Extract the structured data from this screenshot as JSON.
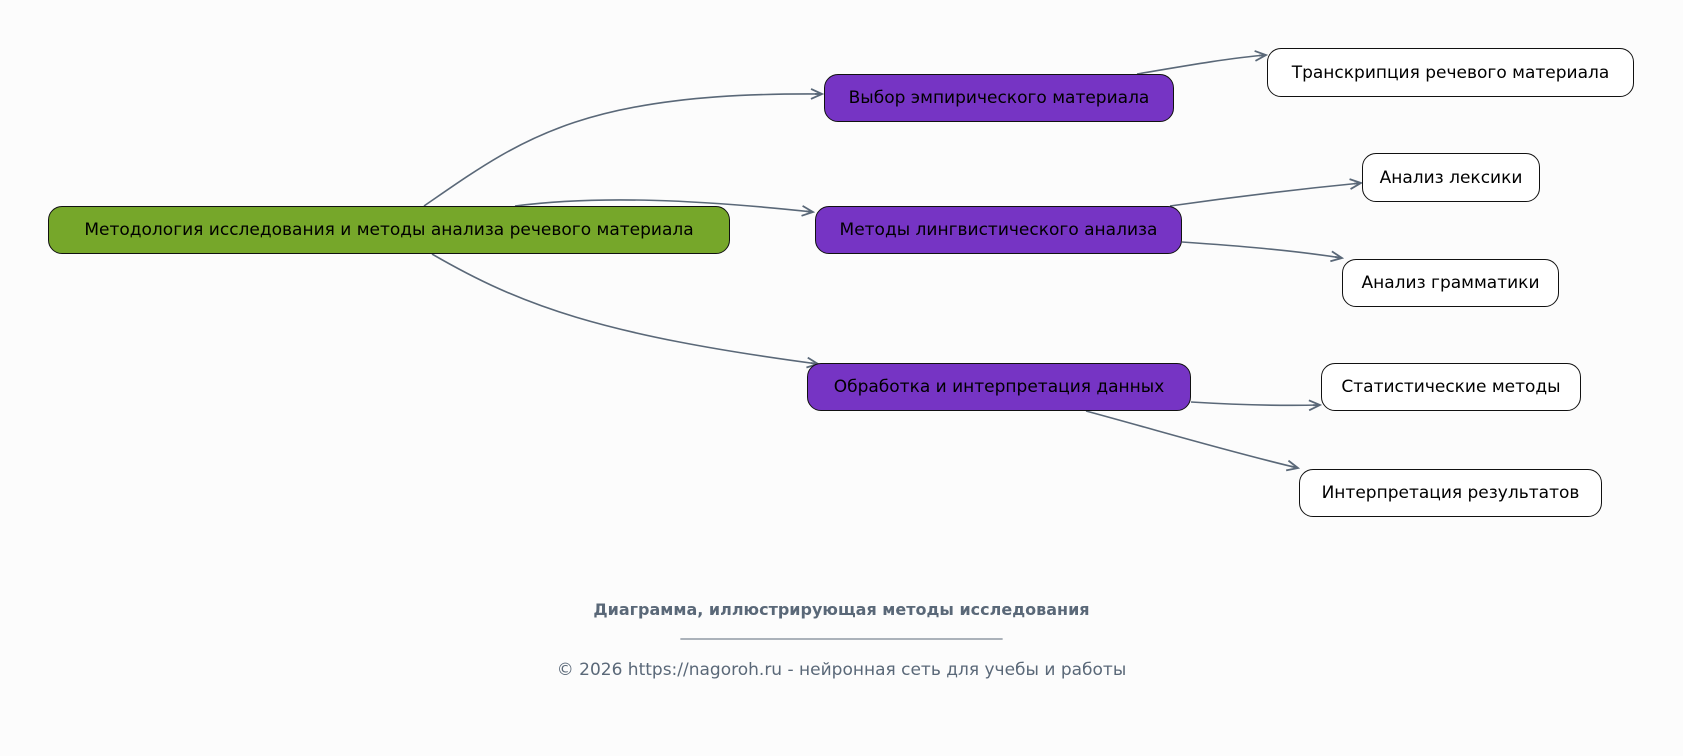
{
  "colors": {
    "root": "#76a72a",
    "branch": "#7634c4",
    "leaf": "#ffffff",
    "edge": "#5a6878"
  },
  "nodes": {
    "root": "Методология исследования и методы анализа речевого материала",
    "b1": "Выбор эмпирического материала",
    "b2": "Методы лингвистического анализа",
    "b3": "Обработка и интерпретация данных",
    "l1": "Транскрипция речевого материала",
    "l2": "Анализ лексики",
    "l3": "Анализ грамматики",
    "l4": "Статистические методы",
    "l5": "Интерпретация результатов"
  },
  "footer": {
    "caption": "Диаграмма, иллюстрирующая методы исследования",
    "rule": "______________________________________________",
    "copyright": "© 2026 https://nagoroh.ru - нейронная сеть для учебы и работы"
  }
}
